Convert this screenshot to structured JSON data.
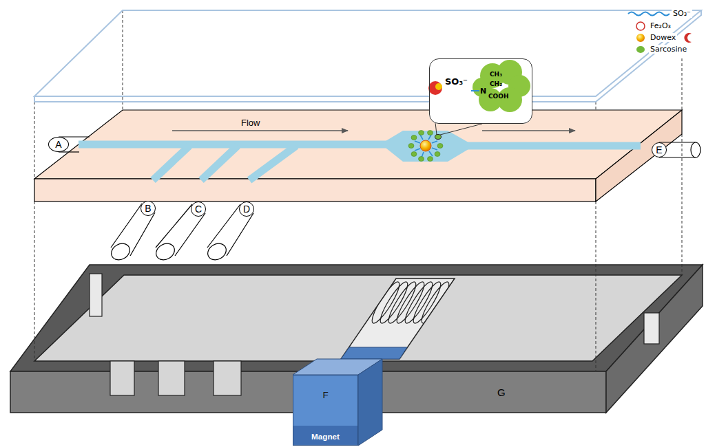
{
  "diagram": {
    "nodes": [
      {
        "text": [
          "SO₃⁻",
          "N",
          "CH₃",
          "CH₂",
          "COOH"
        ]
      },
      {
        "text": [
          "A"
        ]
      },
      {
        "text": [
          "B"
        ]
      },
      {
        "text": [
          "C"
        ]
      },
      {
        "text": [
          "D"
        ]
      },
      {
        "text": [
          "E"
        ]
      },
      {
        "text": [
          "F",
          "Magnet"
        ]
      }
    ],
    "labels": [
      "Flow",
      "G"
    ],
    "legend": [
      {
        "text": "SO₃⁻"
      },
      {
        "text": "Fe₂O₃"
      },
      {
        "text": "Dowex"
      },
      {
        "text": "Sarcosine"
      }
    ]
  }
}
